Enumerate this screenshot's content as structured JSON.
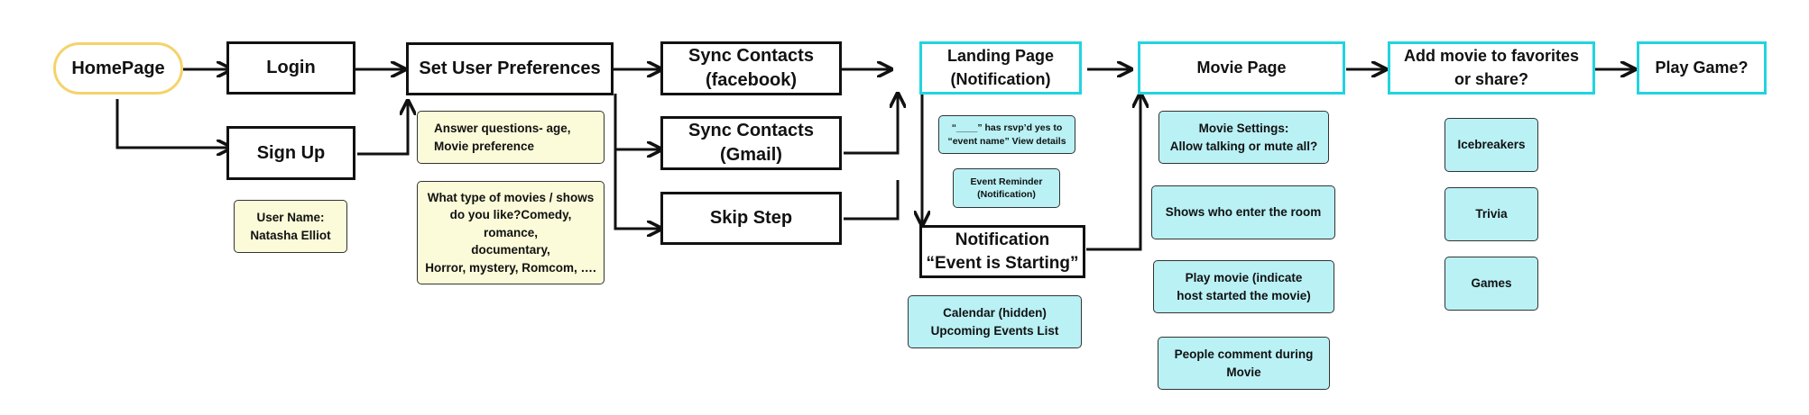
{
  "nodes": {
    "homepage": "HomePage",
    "login": "Login",
    "signup": "Sign Up",
    "set_prefs": "Set User Preferences",
    "sync_facebook": [
      "Sync Contacts",
      "(facebook)"
    ],
    "sync_gmail": [
      "Sync Contacts",
      "(Gmail)"
    ],
    "skip_step": "Skip Step",
    "landing_page": [
      "Landing Page",
      "(Notification)"
    ],
    "notification": [
      "Notification",
      "“Event is Starting”"
    ],
    "movie_page": "Movie Page",
    "add_favorites": [
      "Add movie to favorites",
      "or share?"
    ],
    "play_game": "Play Game?"
  },
  "notes": {
    "username": [
      "User Name:",
      "Natasha Elliot"
    ],
    "answer_questions": [
      "Answer questions- age,",
      "Movie preference"
    ],
    "movie_types": [
      "What type of movies / shows",
      "do you like?Comedy, romance,",
      "documentary,",
      "Horror, mystery, Romcom, …."
    ],
    "rsvp": [
      "“____” has rsvp’d yes to",
      "“event name” View details"
    ],
    "event_reminder": [
      "Event Reminder",
      "(Notification)"
    ],
    "calendar": [
      "Calendar (hidden)",
      "Upcoming Events List"
    ],
    "movie_settings": [
      "Movie Settings:",
      "Allow talking or mute all?"
    ],
    "shows_who": "Shows who enter the room",
    "play_movie": [
      "Play movie (indicate",
      "host started the movie)"
    ],
    "people_comment": [
      "People comment during",
      "Movie"
    ],
    "icebreakers": "Icebreakers",
    "trivia": "Trivia",
    "games": "Games"
  },
  "colors": {
    "start_border": "#f5d36b",
    "screen_border": "#22d3e0",
    "note_yellow": "#fbfbd9",
    "note_blue": "#b9f1f5",
    "line": "#111111"
  }
}
